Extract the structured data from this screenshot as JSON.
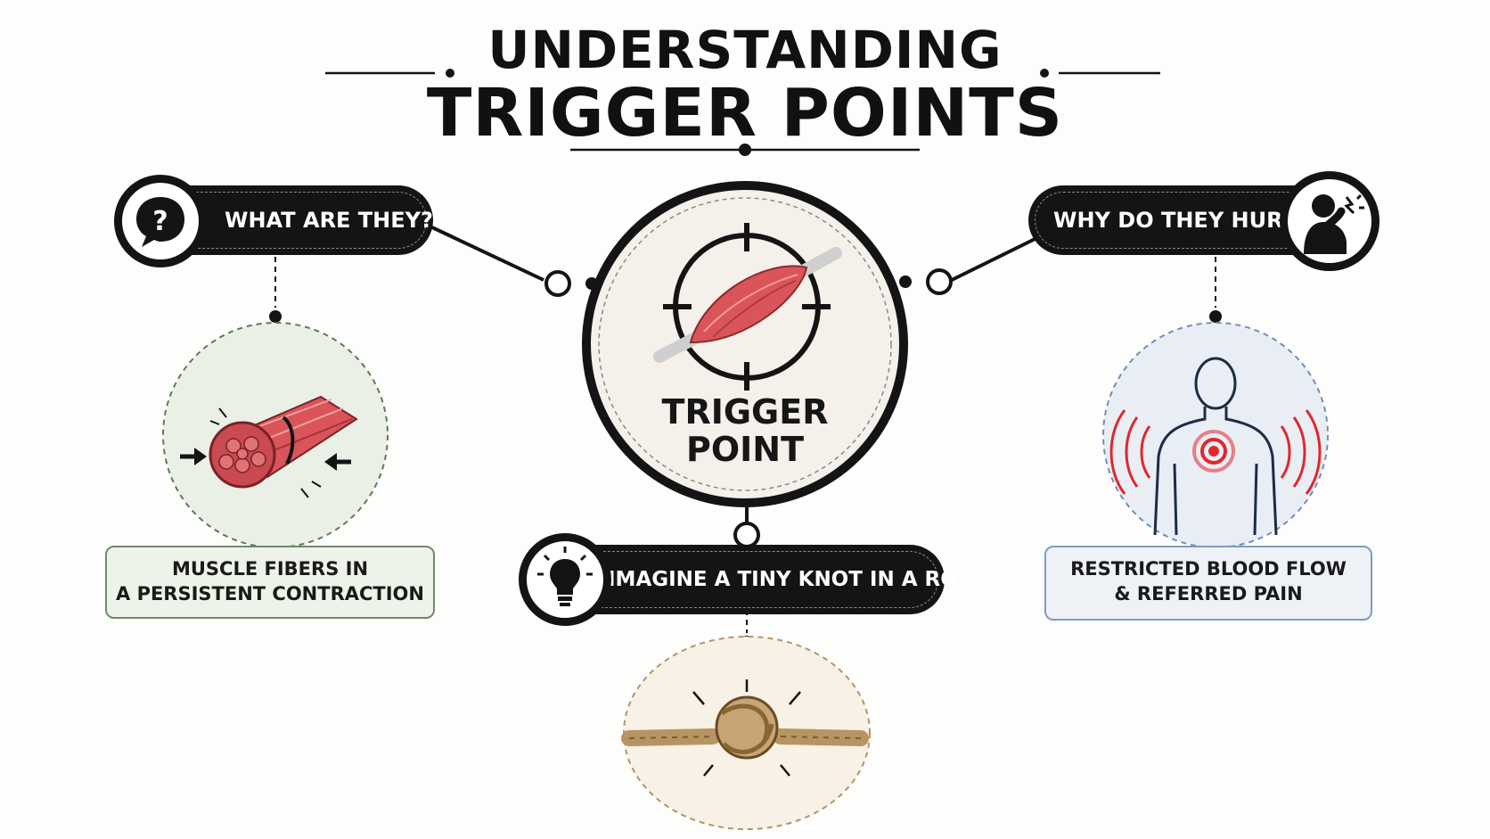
{
  "title": {
    "line1": "UNDERSTANDING",
    "line2": "TRIGGER POINTS"
  },
  "center": {
    "label_line1": "TRIGGER",
    "label_line2": "POINT",
    "icon": "muscle-target-icon"
  },
  "left_branch": {
    "pill_label": "WHAT ARE THEY?",
    "pill_icon": "question-bubble-icon",
    "illustration": "muscle-fiber-bundle-icon",
    "caption_line1": "MUSCLE FIBERS IN",
    "caption_line2": "A PERSISTENT CONTRACTION"
  },
  "right_branch": {
    "pill_label": "WHY DO THEY HURT?",
    "pill_icon": "shoulder-pain-person-icon",
    "illustration": "body-pain-radiating-icon",
    "caption_line1": "RESTRICTED BLOOD FLOW",
    "caption_line2": "& REFERRED PAIN"
  },
  "bottom_branch": {
    "pill_label": "IMAGINE A TINY KNOT IN A ROPE",
    "pill_icon": "lightbulb-icon",
    "illustration": "rope-knot-icon"
  },
  "colors": {
    "ink": "#141414",
    "muscle_red": "#d9555a",
    "pain_red": "#e0282e",
    "left_tint": "#eef3ea",
    "right_tint": "#eef2f7",
    "center_fill": "#f5f0ea",
    "rope_tint": "#f7f1e6"
  }
}
